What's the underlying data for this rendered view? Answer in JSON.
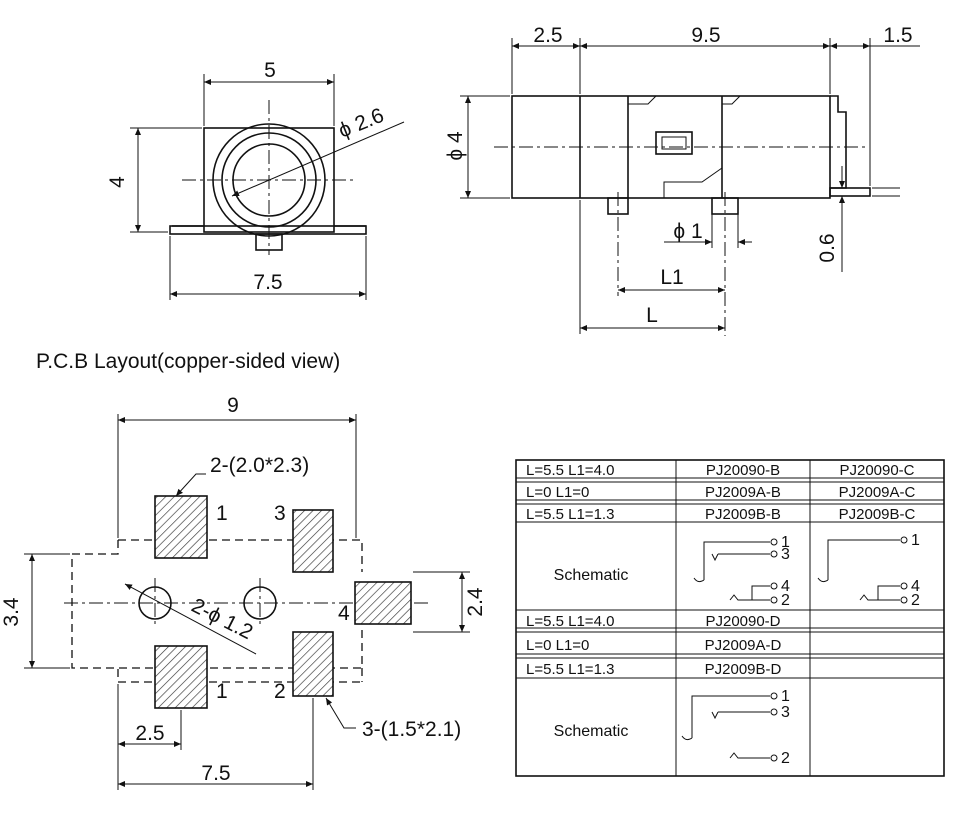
{
  "top_view": {
    "dim_width": "5",
    "dim_height": "4",
    "dim_hole": "ϕ 2.6",
    "dim_base": "7.5"
  },
  "side_view": {
    "dim_left": "2.5",
    "dim_body": "9.5",
    "dim_right": "1.5",
    "dim_height": "ϕ 4",
    "dim_pin": "ϕ 1",
    "dim_l1": "L1",
    "dim_l": "L",
    "dim_thick": "0.6"
  },
  "pcb": {
    "title": "P.C.B Layout(copper-sided view)",
    "dim_width": "9",
    "dim_pad_big": "2-(2.0*2.3)",
    "dim_height_left": "3.4",
    "dim_hole": "2-ϕ 1.2",
    "dim_height_right": "2.4",
    "dim_offset": "2.5",
    "dim_span": "7.5",
    "dim_pad_small": "3-(1.5*2.1)",
    "pad_labels": [
      "1",
      "3",
      "4",
      "1",
      "2"
    ]
  },
  "table": {
    "rows_a": [
      [
        "L=5.5  L1=4.0",
        "PJ20090-B",
        "PJ20090-C"
      ],
      [
        "L=0     L1=0",
        "PJ2009A-B",
        "PJ2009A-C"
      ],
      [
        "L=5.5  L1=1.3",
        "PJ2009B-B",
        "PJ2009B-C"
      ]
    ],
    "schematic_label_a": "Schematic",
    "rows_b": [
      [
        "L=5.5  L1=4.0",
        "PJ20090-D",
        ""
      ],
      [
        "L=0     L1=0",
        "PJ2009A-D",
        ""
      ],
      [
        "L=5.5  L1=1.3",
        "PJ2009B-D",
        ""
      ]
    ],
    "schematic_label_b": "Schematic",
    "schem_b_pins": [
      "1",
      "3",
      "4",
      "2"
    ],
    "schem_c_pins": [
      "1",
      "4",
      "2"
    ],
    "schem_d_pins": [
      "1",
      "3",
      "2"
    ]
  }
}
